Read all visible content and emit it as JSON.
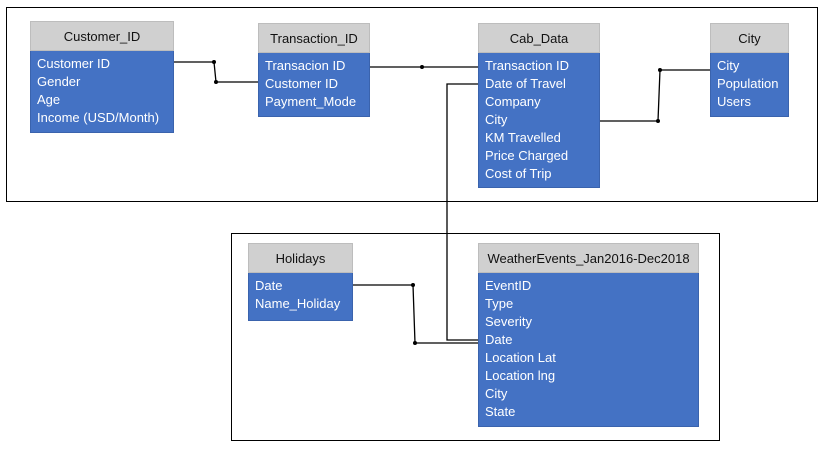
{
  "entities": {
    "customer": {
      "title": "Customer_ID",
      "fields": [
        "Customer ID",
        "Gender",
        "Age",
        "Income (USD/Month)"
      ]
    },
    "transaction": {
      "title": "Transaction_ID",
      "fields": [
        "Transacion ID",
        "Customer ID",
        "Payment_Mode"
      ]
    },
    "cab": {
      "title": "Cab_Data",
      "fields": [
        "Transaction ID",
        "Date of Travel",
        "Company",
        "City",
        "KM Travelled",
        "Price Charged",
        "Cost of Trip"
      ]
    },
    "city": {
      "title": "City",
      "fields": [
        "City",
        "Population",
        "Users"
      ]
    },
    "holidays": {
      "title": "Holidays",
      "fields": [
        "Date",
        "Name_Holiday"
      ]
    },
    "weather": {
      "title": "WeatherEvents_Jan2016-Dec2018",
      "fields": [
        "EventID",
        "Type",
        "Severity",
        "Date",
        "Location Lat",
        "Location lng",
        "City",
        "State"
      ]
    }
  },
  "colors": {
    "header": "#d0d0d0",
    "body": "#4472c4",
    "text": "#ffffff",
    "line": "#000000"
  }
}
